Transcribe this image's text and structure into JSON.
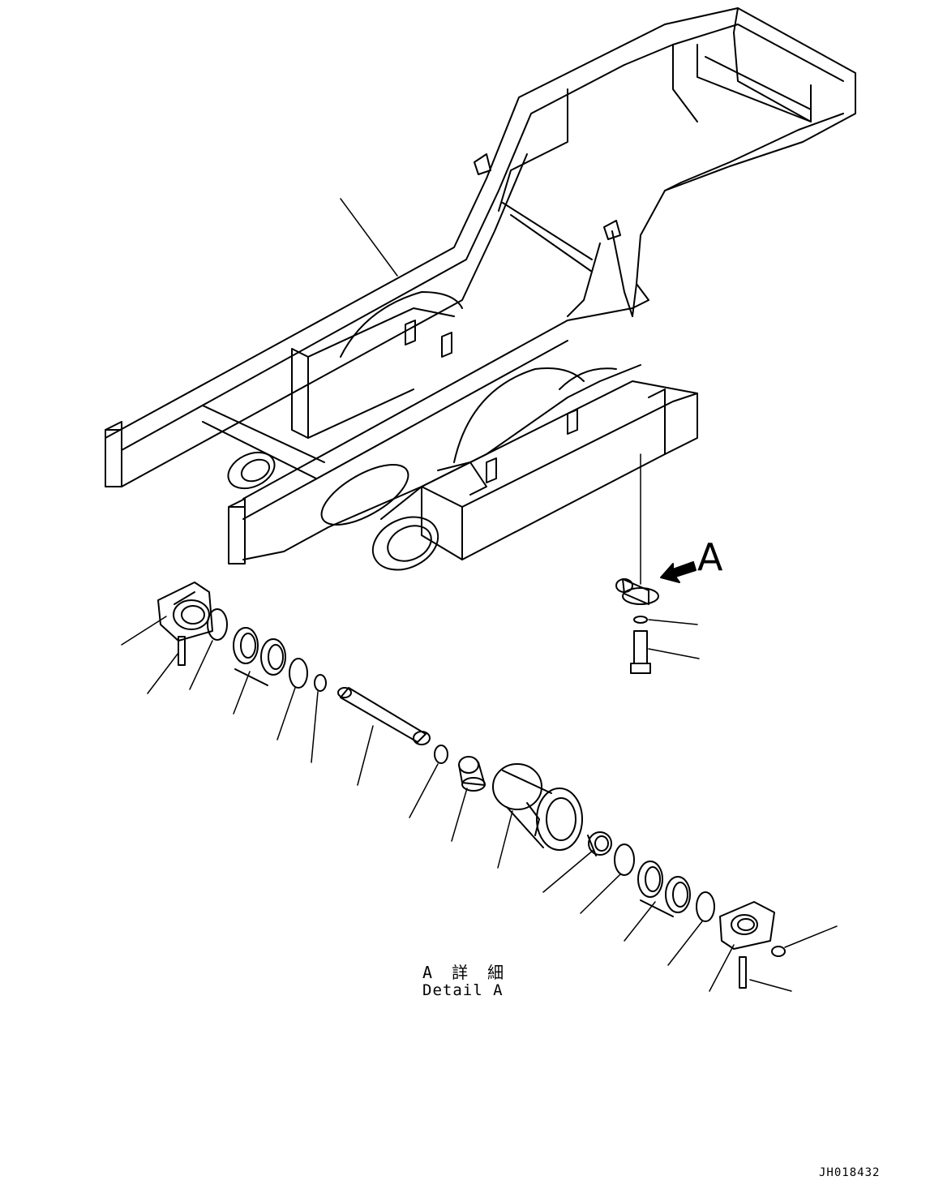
{
  "callout_letter": "A",
  "detail_label_jp": "A 詳 細",
  "detail_label_en": "Detail A",
  "drawing_id": "JH018432"
}
